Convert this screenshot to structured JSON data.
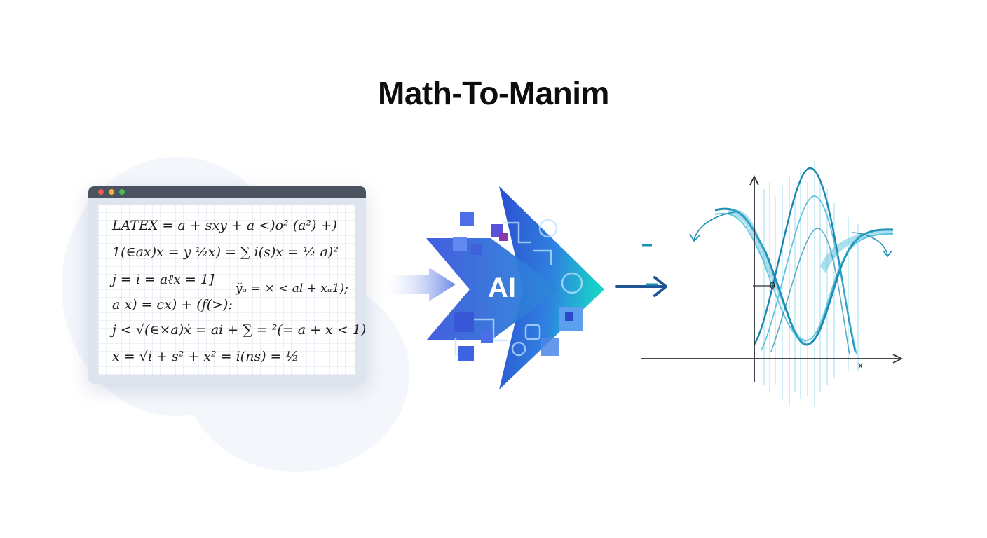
{
  "title": "Math-To-Manim",
  "latex_window": {
    "lines": [
      "LATEX = a + sxy + a <)o² (a²) +)",
      "1(∈ax)x = y ½x) = ∑ i(s)x = ½ a)²",
      "j = i = aℓx = 1]",
      "y̆ᵤ = × < al + xᵤ1);",
      "a x) = cx) + (f(>):",
      "j < √(∈×a)ẋ = ai + ∑ = ²(= a + x < 1)",
      "x = √i + s² + x² = i(ns) = ½"
    ]
  },
  "ai_badge": "AI",
  "graph": {
    "x_axis_label": "x",
    "y_marker_label": "0"
  },
  "colors": {
    "accent_blue": "#2f5fd6",
    "accent_teal": "#16c6c6",
    "arrow_navy": "#1f5596",
    "curve_teal": "#1f8fb3"
  }
}
